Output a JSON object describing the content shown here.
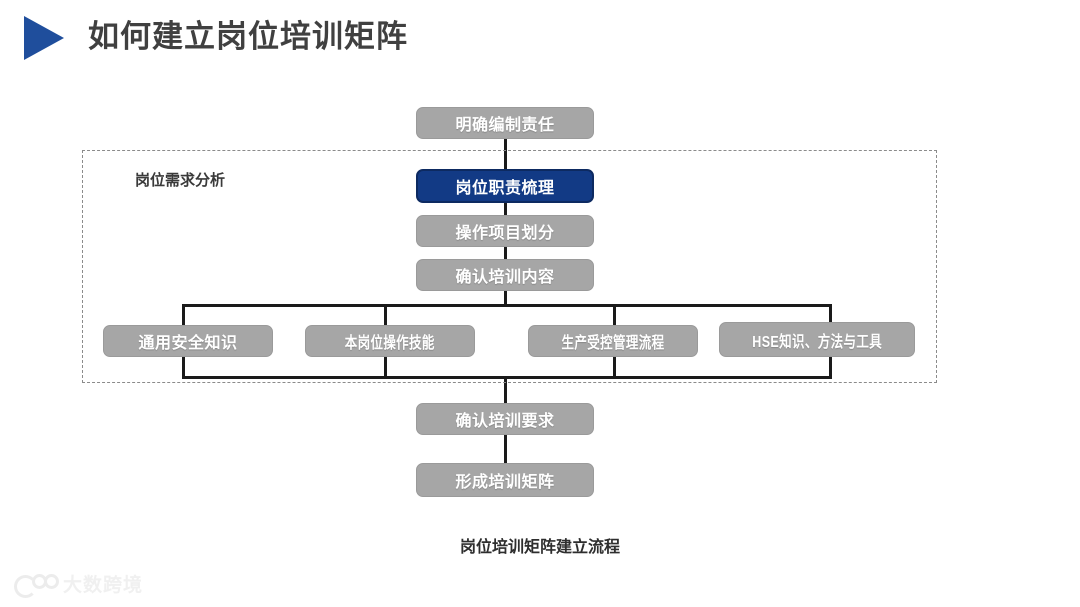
{
  "header": {
    "title": "如何建立岗位培训矩阵",
    "marker_icon": "triangle-right-icon",
    "marker_color": "#1f4e9c"
  },
  "diagram": {
    "group": {
      "label": "岗位需求分析",
      "border_style": "dashed",
      "border_color": "#8b8b8b"
    },
    "colors": {
      "node_gray": "#a6a6a6",
      "node_blue": "#123a85",
      "connector": "#1a1a1a",
      "node_text": "#ffffff"
    },
    "nodes": {
      "define_responsibility": "明确编制责任",
      "role_duty_review": "岗位职责梳理",
      "operation_item_split": "操作项目划分",
      "confirm_training_content": "确认培训内容",
      "leaf_general_safety": "通用安全知识",
      "leaf_post_skills": "本岗位操作技能",
      "leaf_controlled_process": "生产受控管理流程",
      "leaf_hse": "HSE知识、方法与工具",
      "confirm_training_request": "确认培训要求",
      "form_training_matrix": "形成培训矩阵"
    },
    "highlighted_node": "岗位职责梳理",
    "caption": "岗位培训矩阵建立流程"
  },
  "watermark": {
    "text": "大数跨境",
    "logo_icon": "dashukuajing-logo-icon"
  }
}
